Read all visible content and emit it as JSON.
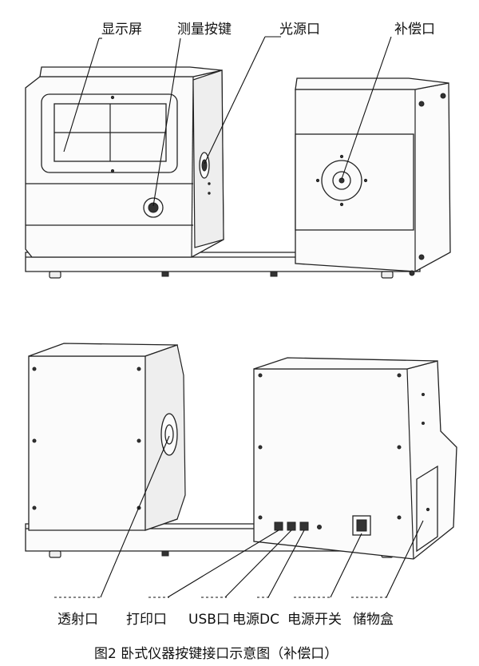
{
  "top_labels": {
    "display": "显示屏",
    "measure_keys": "测量按键",
    "light_source": "光源口",
    "compensation": "补偿口"
  },
  "bottom_labels": {
    "transmission": "透射口",
    "print": "打印口",
    "usb": "USB口",
    "power_dc": "电源DC",
    "power_switch": "电源开关",
    "storage": "储物盒"
  },
  "caption": "图2 卧式仪器按键接口示意图（补偿口）"
}
